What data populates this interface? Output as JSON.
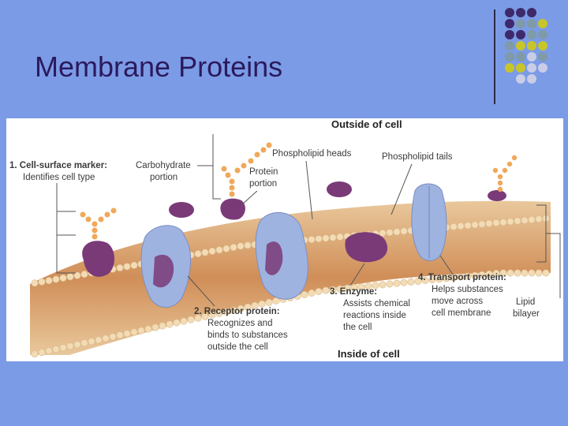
{
  "slide": {
    "title": "Membrane Proteins"
  },
  "decoration": {
    "dot_colors": {
      "purple": "#3e2a6b",
      "gray": "#7f9aa8",
      "yellow": "#c8c52a",
      "light": "#c9cde6"
    }
  },
  "figure": {
    "outside_label": "Outside of cell",
    "inside_label": "Inside of cell",
    "labels": {
      "cell_surface_marker_1": "1.  Cell-surface marker:",
      "cell_surface_marker_2": "Identifies cell type",
      "carbohydrate_1": "Carbohydrate",
      "carbohydrate_2": "portion",
      "protein_portion_1": "Protein",
      "protein_portion_2": "portion",
      "phospholipid_heads": "Phospholipid heads",
      "phospholipid_tails": "Phospholipid tails",
      "receptor_1": "2.  Receptor protein:",
      "receptor_2": "Recognizes and",
      "receptor_3": "binds to substances",
      "receptor_4": "outside the cell",
      "enzyme_1": "3.  Enzyme:",
      "enzyme_2": "Assists chemical",
      "enzyme_3": "reactions inside",
      "enzyme_4": "the cell",
      "transport_1": "4.  Transport protein:",
      "transport_2": "Helps substances",
      "transport_3": "move across",
      "transport_4": "cell membrane",
      "lipid_1": "Lipid",
      "lipid_2": "bilayer"
    },
    "colors": {
      "membrane_band": "#d9a06a",
      "phospholipid_head": "#f3dcb5",
      "protein_blue": "#9fb3e0",
      "protein_purple": "#7a3a78",
      "carbohydrate_chain": "#f0a85a"
    }
  }
}
